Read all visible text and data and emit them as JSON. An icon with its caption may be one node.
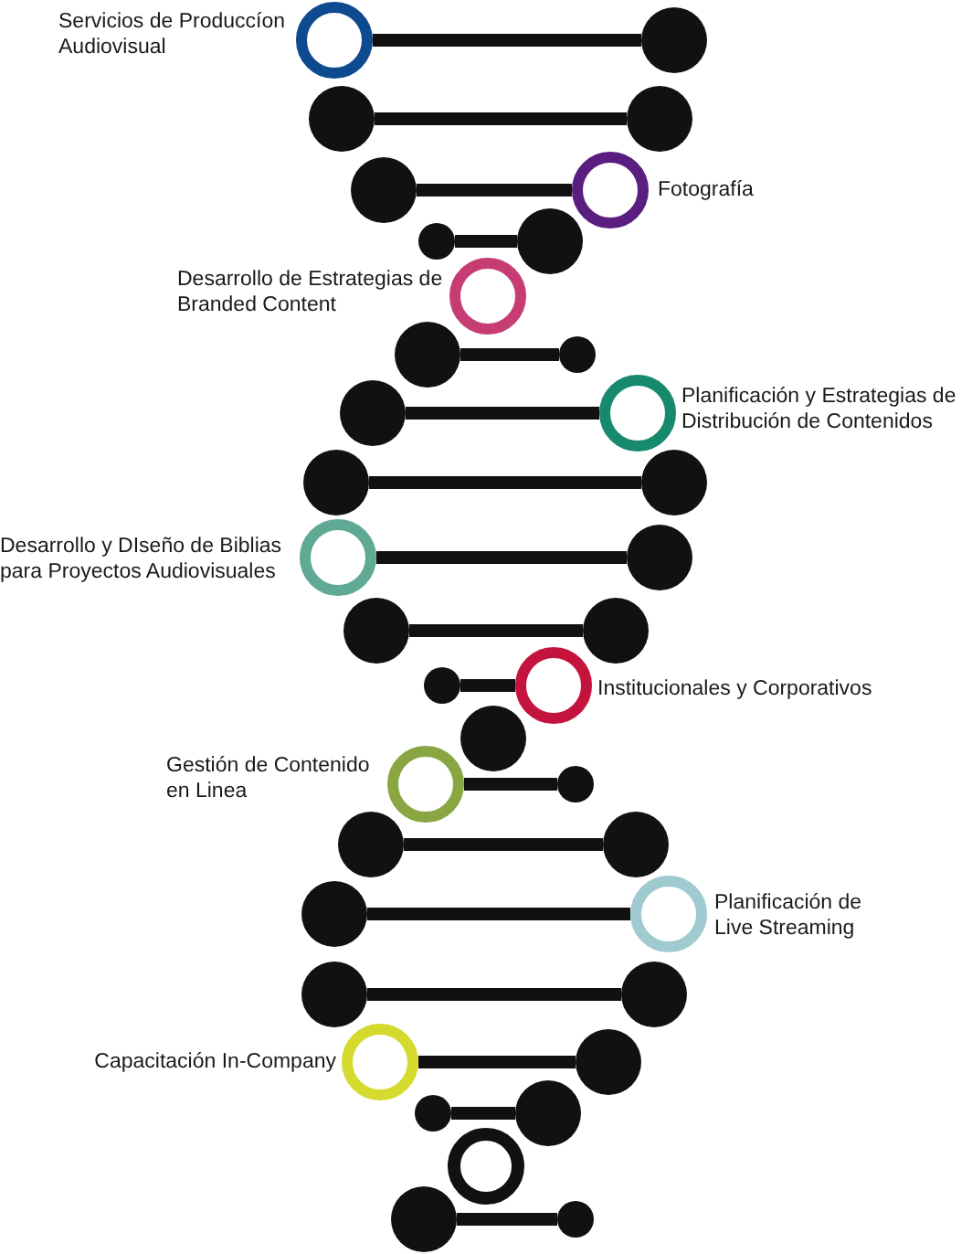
{
  "diagram": {
    "nodes": [
      {
        "text": [],
        "shape": "ring",
        "beside": [
          "Servicios de Produccíon Audiovisual"
        ]
      },
      {
        "text": [],
        "shape": "circle"
      },
      {
        "text": [],
        "shape": "circle"
      },
      {
        "text": [],
        "shape": "circle"
      },
      {
        "text": [],
        "shape": "circle"
      },
      {
        "text": [],
        "shape": "ring",
        "beside": [
          "Fotografía"
        ]
      },
      {
        "text": [],
        "shape": "circle"
      },
      {
        "text": [],
        "shape": "circle"
      },
      {
        "text": [],
        "shape": "ring",
        "beside": [
          "Desarrollo de Estrategias de Branded Content"
        ]
      },
      {
        "text": [],
        "shape": "circle"
      },
      {
        "text": [],
        "shape": "circle"
      },
      {
        "text": [],
        "shape": "circle"
      },
      {
        "text": [],
        "shape": "ring",
        "beside": [
          "Planificación y Estrategias de Distribución de Contenidos"
        ]
      },
      {
        "text": [],
        "shape": "circle"
      },
      {
        "text": [],
        "shape": "circle"
      },
      {
        "text": [],
        "shape": "ring",
        "beside": [
          "Desarrollo y DIseño de Biblias para Proyectos Audiovisuales"
        ]
      },
      {
        "text": [],
        "shape": "circle"
      },
      {
        "text": [],
        "shape": "circle"
      },
      {
        "text": [],
        "shape": "circle"
      },
      {
        "text": [],
        "shape": "circle"
      },
      {
        "text": [],
        "shape": "ring",
        "beside": [
          "Institucionales y Corporativos"
        ]
      },
      {
        "text": [],
        "shape": "circle"
      },
      {
        "text": [],
        "shape": "ring",
        "beside": [
          "Gestión de Contenido en Linea"
        ]
      },
      {
        "text": [],
        "shape": "circle"
      },
      {
        "text": [],
        "shape": "circle"
      },
      {
        "text": [],
        "shape": "circle"
      },
      {
        "text": [],
        "shape": "circle"
      },
      {
        "text": [],
        "shape": "ring",
        "beside": [
          "Planificación de Live Streaming"
        ]
      },
      {
        "text": [],
        "shape": "circle"
      },
      {
        "text": [],
        "shape": "circle"
      },
      {
        "text": [],
        "shape": "ring",
        "beside": [
          "Capacitación In-Company"
        ]
      },
      {
        "text": [],
        "shape": "circle"
      },
      {
        "text": [],
        "shape": "circle"
      },
      {
        "text": [],
        "shape": "circle"
      },
      {
        "text": [],
        "shape": "ring"
      },
      {
        "text": [],
        "shape": "circle"
      },
      {
        "text": [],
        "shape": "circle"
      }
    ],
    "edges": [
      {
        "from": 0,
        "to": 1,
        "arrow": "none"
      },
      {
        "from": 2,
        "to": 3,
        "arrow": "none"
      },
      {
        "from": 4,
        "to": 5,
        "arrow": "none"
      },
      {
        "from": 6,
        "to": 7,
        "arrow": "none"
      },
      {
        "from": 9,
        "to": 10,
        "arrow": "none"
      },
      {
        "from": 11,
        "to": 12,
        "arrow": "none"
      },
      {
        "from": 13,
        "to": 14,
        "arrow": "none"
      },
      {
        "from": 15,
        "to": 16,
        "arrow": "none"
      },
      {
        "from": 17,
        "to": 18,
        "arrow": "none"
      },
      {
        "from": 19,
        "to": 20,
        "arrow": "none"
      },
      {
        "from": 22,
        "to": 23,
        "arrow": "none"
      },
      {
        "from": 24,
        "to": 25,
        "arrow": "none"
      },
      {
        "from": 26,
        "to": 27,
        "arrow": "none"
      },
      {
        "from": 28,
        "to": 29,
        "arrow": "none"
      },
      {
        "from": 30,
        "to": 31,
        "arrow": "none"
      },
      {
        "from": 32,
        "to": 33,
        "arrow": "none"
      },
      {
        "from": 35,
        "to": 36,
        "arrow": "none"
      }
    ]
  }
}
